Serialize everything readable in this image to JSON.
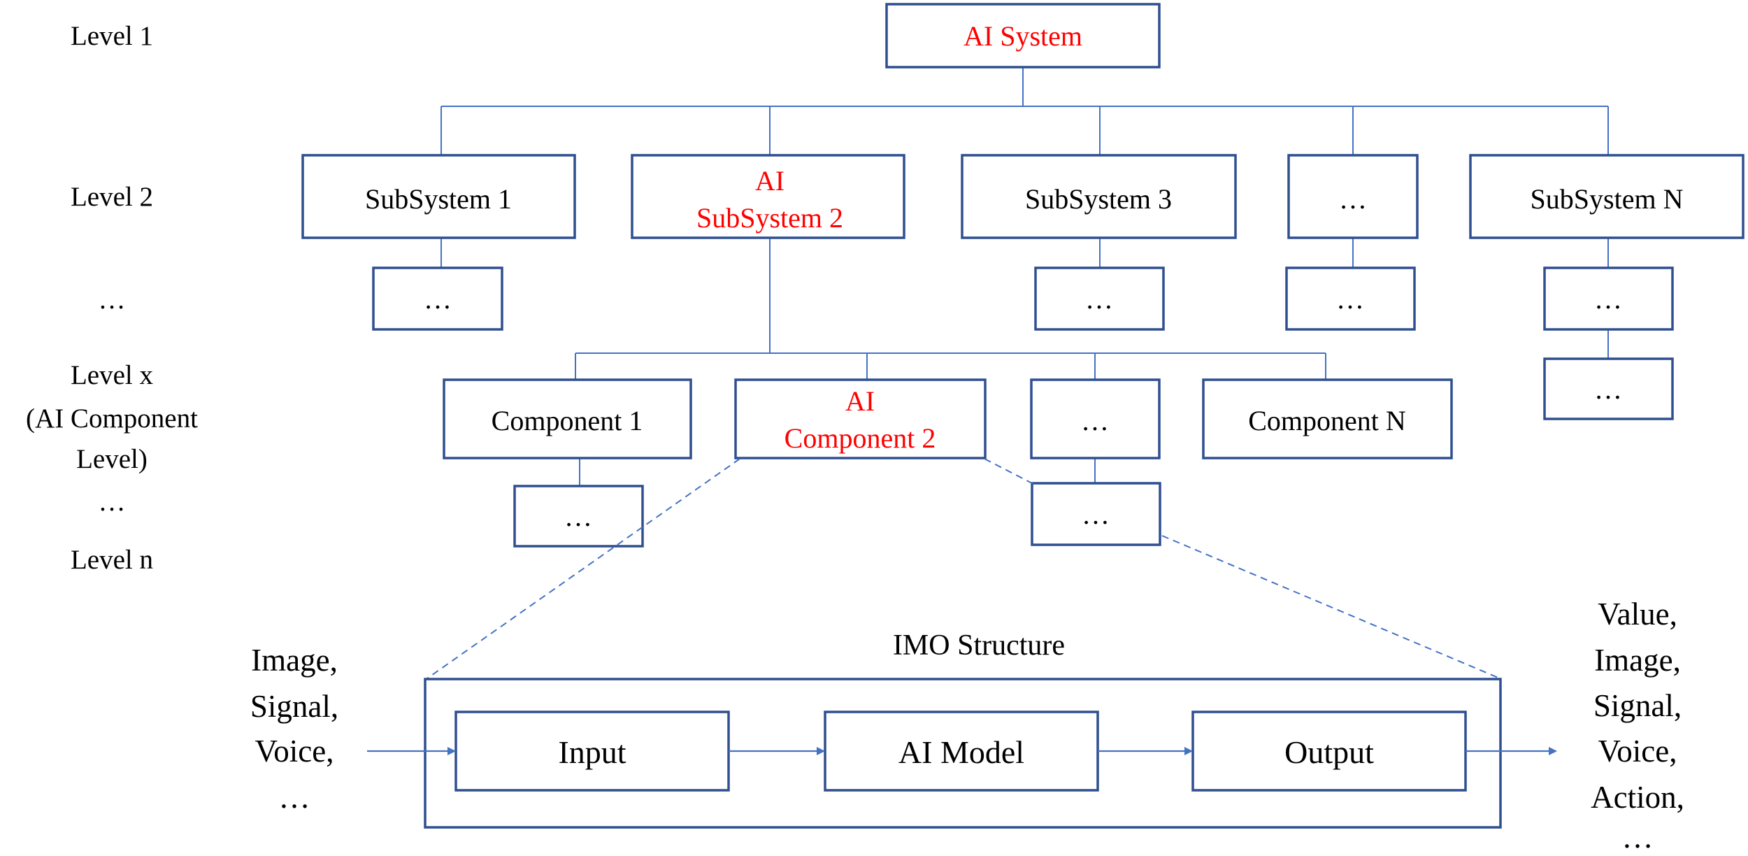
{
  "levels": {
    "level1": "Level 1",
    "level2": "Level 2",
    "dots_a": "…",
    "levelx_1": "Level x",
    "levelx_2": "(AI Component",
    "levelx_3": "Level)",
    "dots_b": "…",
    "leveln": "Level n"
  },
  "root": {
    "label": "AI System",
    "color": "#ff0000"
  },
  "subsystems": {
    "s1": "SubSystem 1",
    "s2_line1": "AI",
    "s2_line2": "SubSystem 2",
    "s3": "SubSystem 3",
    "s4": "…",
    "s5": "SubSystem N"
  },
  "sub_children": {
    "c1": "…",
    "c3": "…",
    "c4": "…",
    "c5a": "…",
    "c5b": "…"
  },
  "components": {
    "k1": "Component 1",
    "k2_line1": "AI",
    "k2_line2": "Component 2",
    "k3": "…",
    "k4": "Component N"
  },
  "comp_children": {
    "d1": "…",
    "d3": "…"
  },
  "imo": {
    "title": "IMO Structure",
    "input": "Input",
    "model": "AI Model",
    "output": "Output"
  },
  "inputs": [
    "Image,",
    "Signal,",
    "Voice,",
    "…"
  ],
  "outputs": [
    "Value,",
    "Image,",
    "Signal,",
    "Voice,",
    "Action,",
    "…"
  ],
  "colors": {
    "box_border": "#2f4f8f",
    "line": "#4472c4",
    "highlight": "#ff0000"
  }
}
